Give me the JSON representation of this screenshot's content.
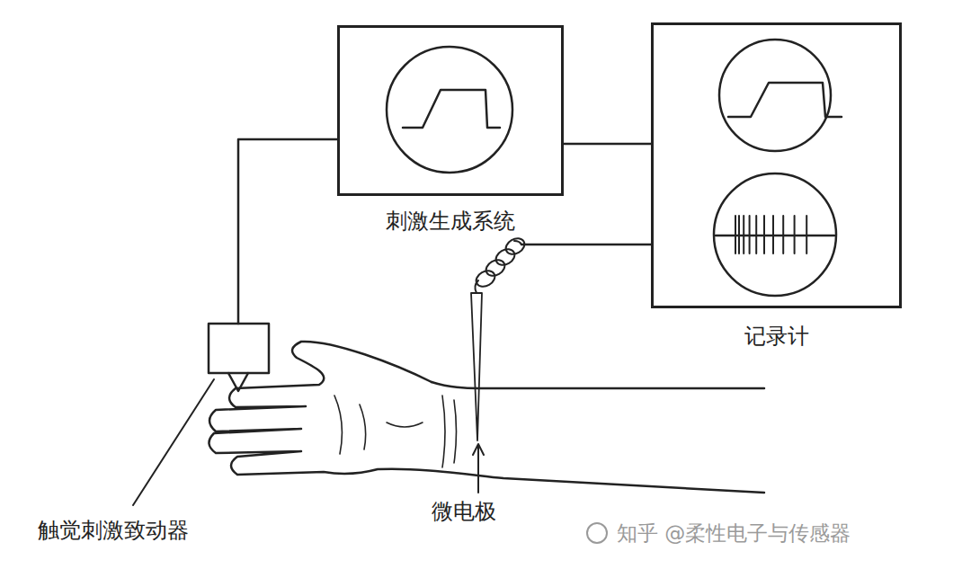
{
  "diagram": {
    "nodes": [
      {
        "text": [
          "刺激生成系统"
        ]
      },
      {
        "text": [
          "记录计"
        ]
      }
    ],
    "edges": [
      {
        "from": 0,
        "to": 1,
        "arrow": "none"
      }
    ],
    "labels": [
      "触觉刺激致动器",
      "微电极",
      "知乎 @柔性电子与传感器"
    ]
  }
}
